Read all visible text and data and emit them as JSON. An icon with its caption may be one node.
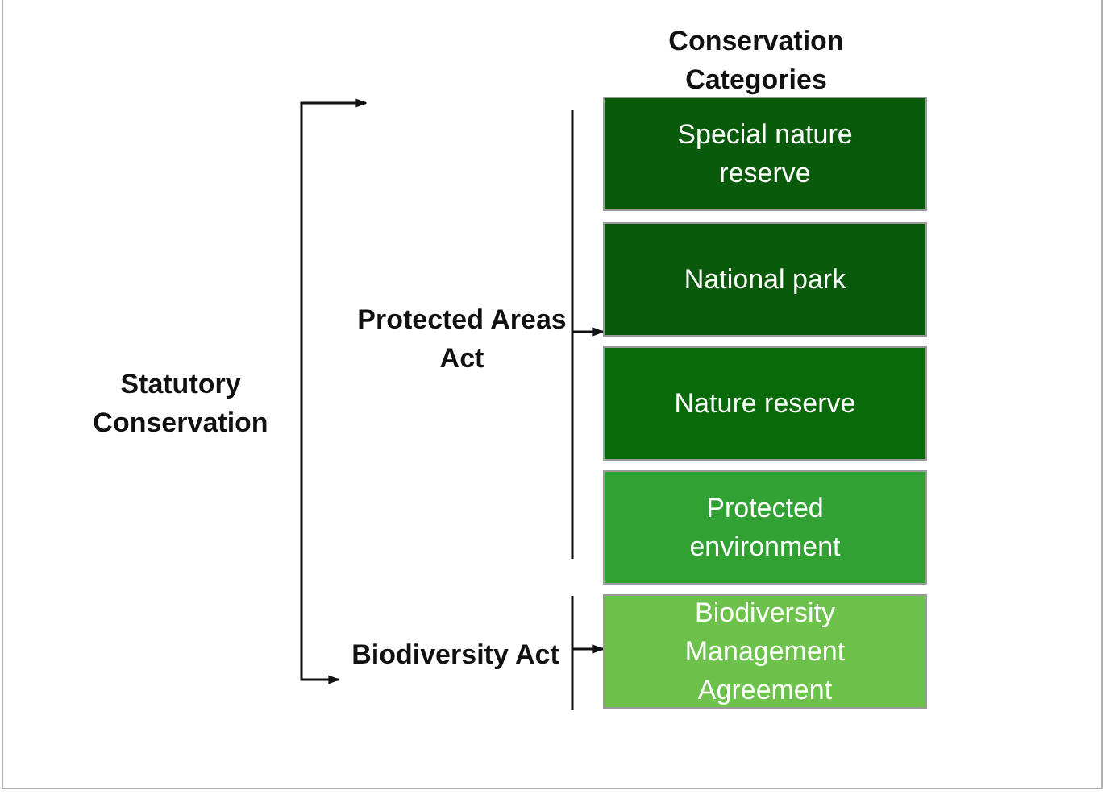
{
  "diagram": {
    "nodes": [
      {
        "text": [
          "Statutory Conservation"
        ]
      },
      {
        "text": [
          "Protected Areas Act"
        ]
      },
      {
        "text": [
          "Biodiversity Act"
        ]
      },
      {
        "text": [
          "Special nature reserve"
        ]
      },
      {
        "text": [
          "National park"
        ]
      },
      {
        "text": [
          "Nature reserve"
        ]
      },
      {
        "text": [
          "Protected environment"
        ]
      },
      {
        "text": [
          "Biodiversity Management Agreement"
        ]
      }
    ],
    "edges": [
      {
        "from": 0,
        "to": null,
        "arrow": "to"
      },
      {
        "from": 0,
        "to": 2,
        "arrow": "to"
      },
      {
        "from": 1,
        "to": 4,
        "arrow": "to"
      },
      {
        "from": 2,
        "to": 7,
        "arrow": "to"
      }
    ],
    "labels": [
      "Conservation Categories"
    ]
  }
}
